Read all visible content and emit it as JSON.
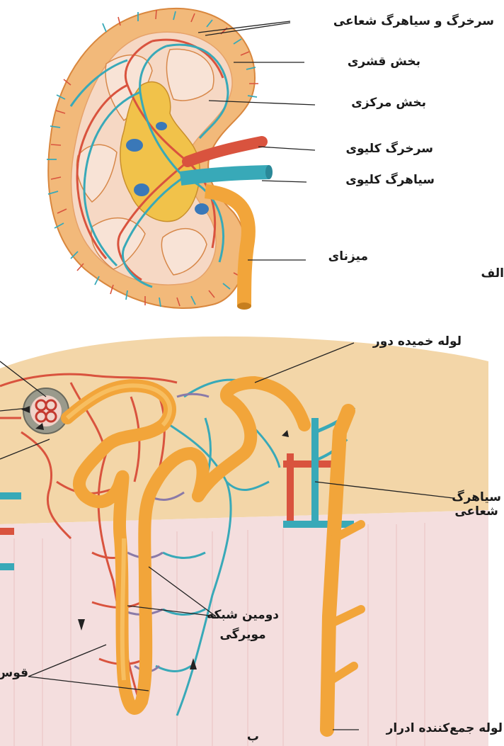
{
  "panel_a": {
    "panel_letter": "الف",
    "labels": {
      "arcuate_artery_vein": "سرخرگ و سیاهرگ شعاعی",
      "cortex": "بخش قشری",
      "medulla": "بخش مرکزی",
      "renal_artery": "سرخرگ کلیوی",
      "renal_vein": "سیاهرگ کلیوی",
      "ureter": "میزنای"
    }
  },
  "panel_b": {
    "panel_letter": "ب",
    "labels": {
      "distal_tubule": "لوله خمیده دور",
      "radial_vein_line1": "سیاهرگ",
      "radial_vein_line2": "شعاعی",
      "second_capillary_line1": "دومین شبکه",
      "second_capillary_line2": "مویرگی",
      "collecting_duct": "لوله جمع‌کننده ادرار",
      "loop_partial": "قوس"
    }
  },
  "colors": {
    "cortex_fill": "#f2b97a",
    "artery": "#d9533e",
    "vein": "#38a9b8",
    "tubule": "#f2a53a",
    "pelvis": "#f1c24a",
    "background_tissue": "#f3d6a8",
    "medulla_tissue": "#f4dede"
  }
}
